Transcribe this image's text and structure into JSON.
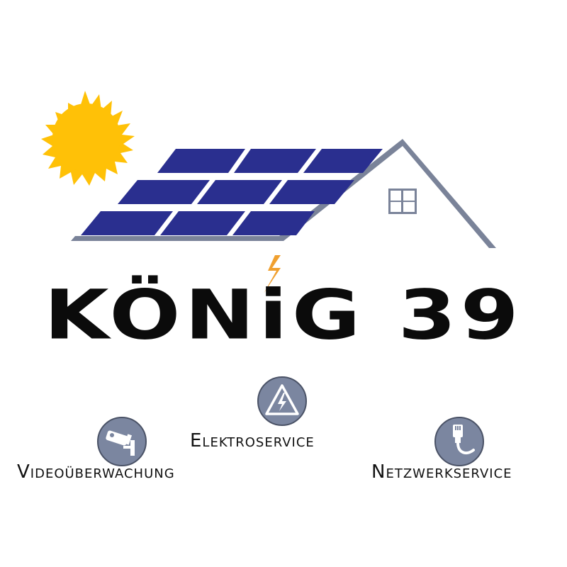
{
  "brand": {
    "name": "KÖNiG 39"
  },
  "services": {
    "elektro": {
      "label": "Elektroservice",
      "icon": "high-voltage-icon"
    },
    "video": {
      "label": "Videoüberwachung",
      "icon": "security-camera-icon"
    },
    "netz": {
      "label": "Netzwerkservice",
      "icon": "network-cable-icon"
    }
  },
  "colors": {
    "sun": "#FFC107",
    "panel": "#2A2F8F",
    "roof": "#7A8399",
    "icon_circle": "#7B86A0",
    "lightning": "#F0A030",
    "text": "#0B0B0B"
  }
}
